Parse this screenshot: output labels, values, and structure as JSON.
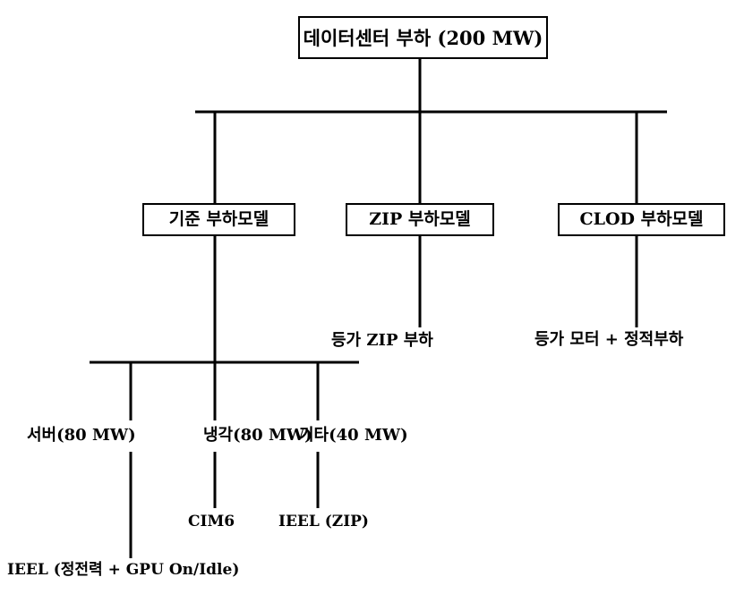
{
  "root": {
    "label": "데이터센터 부하 (200 MW)"
  },
  "models": [
    {
      "label": "기준 부하모델"
    },
    {
      "label": "ZIP 부하모델"
    },
    {
      "label": "CLOD 부하모델"
    }
  ],
  "model_outputs": {
    "zip": "등가 ZIP 부하",
    "clod": "등가 모터 + 정적부하"
  },
  "components": [
    {
      "label": "서버(80 MW)",
      "model": "IEEL (정전력 + GPU On/Idle)"
    },
    {
      "label": "냉각(80 MW)",
      "model": "CIM6"
    },
    {
      "label": "기타(40 MW)",
      "model": "IEEL (ZIP)"
    }
  ],
  "colors": {
    "line": "#000000",
    "background": "#ffffff"
  }
}
